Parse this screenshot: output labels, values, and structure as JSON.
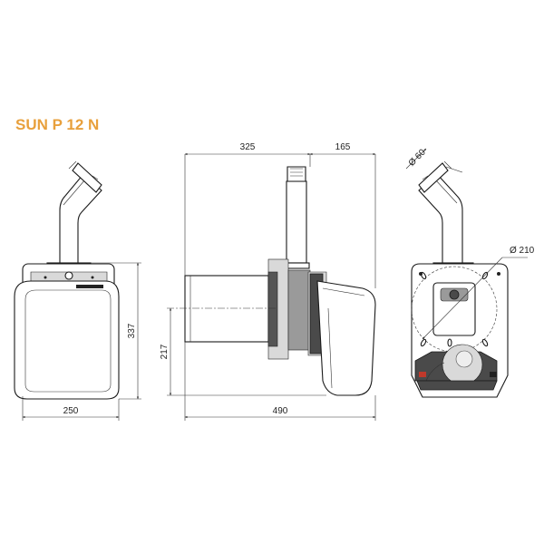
{
  "title": "SUN P 12 N",
  "title_color": "#E8A03C",
  "dimensions": {
    "left_width": "250",
    "left_height": "337",
    "side_upper": "325",
    "side_front": "165",
    "side_total": "490",
    "side_axis_height": "217",
    "tube_diameter": "Ø 60",
    "flange_diameter": "Ø 210"
  }
}
